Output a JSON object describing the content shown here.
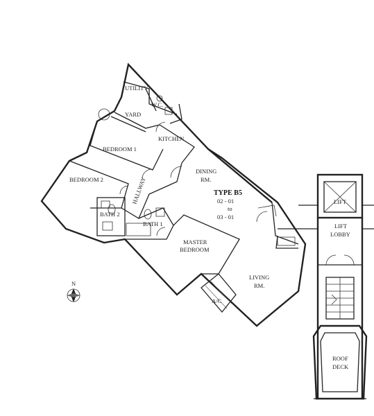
{
  "plan": {
    "type_title": "TYPE B5",
    "unit_line1": "02 - 01",
    "unit_line2": "to",
    "unit_line3": "03 - 01"
  },
  "rooms": {
    "utility": "UTILITY",
    "wc": "W.C.",
    "yard": "YARD",
    "kitchen": "KITCHEN",
    "bedroom1": "BEDROOM 1",
    "bedroom2": "BEDROOM 2",
    "dining1": "DINING",
    "dining2": "RM.",
    "hallway": "HALLWAY",
    "bath2": "BATH 2",
    "bath1": "BATH 1",
    "master1": "MASTER",
    "master2": "BEDROOM",
    "living1": "LIVING",
    "living2": "RM.",
    "ac": "A/C",
    "lift": "LIFT",
    "lobby1": "LIFT",
    "lobby2": "LOBBY",
    "roof1": "ROOF",
    "roof2": "DECK"
  },
  "compass": {
    "north": "N"
  }
}
